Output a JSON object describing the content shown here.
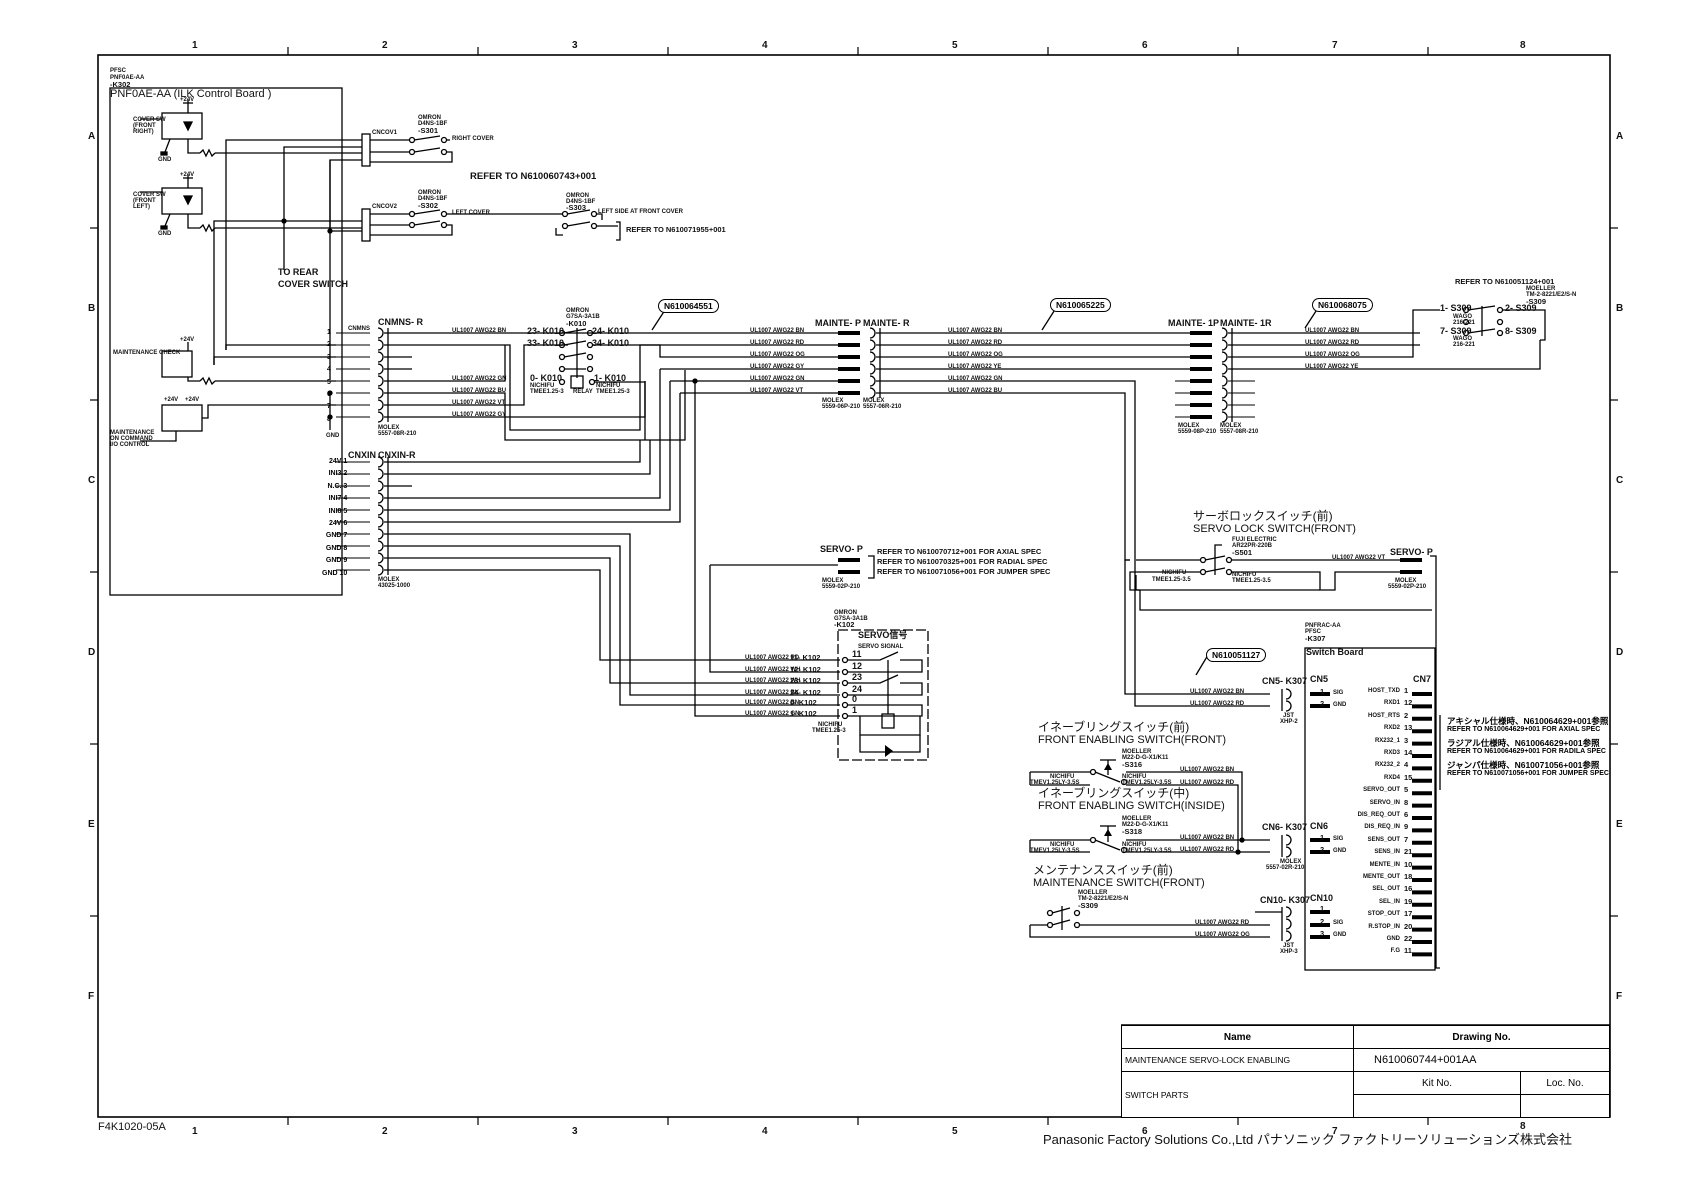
{
  "sheet": {
    "form_no": "F4K1020-05A",
    "columns": [
      "1",
      "2",
      "3",
      "4",
      "5",
      "6",
      "7",
      "8"
    ],
    "rows": [
      "A",
      "B",
      "C",
      "D",
      "E",
      "F"
    ],
    "company": "Panasonic Factory Solutions Co.,Ltd パナソニック ファクトリーソリューションズ株式会社"
  },
  "title_block": {
    "name_header": "Name",
    "drawing_no_header": "Drawing No.",
    "name_line1": "MAINTENANCE SERVO-LOCK ENABLING",
    "name_line2": "SWITCH PARTS",
    "drawing_no": "N610060744+001AA",
    "kit_no_header": "Kit No.",
    "loc_no_header": "Loc. No.",
    "kit_no": "",
    "loc_no": ""
  },
  "ilk_board": {
    "vendor": "PFSC",
    "part": "PNF0AE-AA",
    "ref": "-K302",
    "title": "PNF0AE-AA (ILK Control Board )",
    "cover_sw_right": "COVER SW (FRONT RIGHT)",
    "cover_sw_left": "COVER SW (FRONT LEFT)",
    "maintenance_check": "MAINTENANCE CHECK",
    "maintenance_on": "MAINTENANCE ON COMMAND I/O CONTROL",
    "v24": "+24V",
    "gnd": "GND",
    "cncov1": "CNCOV1",
    "cncov2": "CNCOV2",
    "to_rear": "TO REAR",
    "cover_switch": "COVER SWITCH",
    "cnmns_label": "CNMNS",
    "cnmns_pins": [
      "1",
      "2",
      "3",
      "4",
      "5",
      "6",
      "7",
      "8"
    ],
    "cnxin_label": "CNXIN",
    "cnxin_pins": [
      {
        "sig": "24V",
        "pin": "1"
      },
      {
        "sig": "INI3",
        "pin": "2"
      },
      {
        "sig": "N.C.",
        "pin": "3"
      },
      {
        "sig": "INI7",
        "pin": "4"
      },
      {
        "sig": "INI8",
        "pin": "5"
      },
      {
        "sig": "24V",
        "pin": "6"
      },
      {
        "sig": "GND",
        "pin": "7"
      },
      {
        "sig": "GND",
        "pin": "8"
      },
      {
        "sig": "GND",
        "pin": "9"
      },
      {
        "sig": "GND",
        "pin": "10"
      }
    ]
  },
  "cover_switches": [
    {
      "maker": "OMRON",
      "model": "D4NS-1BF",
      "ref": "-S301",
      "label": "RIGHT COVER"
    },
    {
      "maker": "OMRON",
      "model": "D4NS-1BF",
      "ref": "-S302",
      "label": "LEFT COVER"
    },
    {
      "maker": "OMRON",
      "model": "D4NS-1BF",
      "ref": "-S303",
      "label": "LEFT SIDE AT FRONT COVER"
    }
  ],
  "refs_top": {
    "ref1": "REFER TO N610060743+001",
    "ref2": "REFER TO N610071955+001"
  },
  "cnmns_r": {
    "label": "CNMNS- R",
    "molex": "MOLEX",
    "molex_part": "5557-08R-210",
    "wires": [
      {
        "pin": "1",
        "wire": "UL1007 AWG22 BN"
      },
      {
        "pin": "2",
        "wire": ""
      },
      {
        "pin": "3",
        "wire": ""
      },
      {
        "pin": "4",
        "wire": ""
      },
      {
        "pin": "5",
        "wire": "UL1007 AWG22 GN"
      },
      {
        "pin": "6",
        "wire": "UL1007 AWG22 BU"
      },
      {
        "pin": "7",
        "wire": "UL1007 AWG22 VT"
      },
      {
        "pin": "8",
        "wire": "UL1007 AWG22 GY"
      }
    ]
  },
  "relay_k010": {
    "maker": "OMRON",
    "model": "G7SA-3A1B",
    "ref": "-K010",
    "terms": [
      "23- K010",
      "24- K010",
      "33- K010",
      "34- K010",
      "0- K010",
      "1- K010"
    ],
    "relay_label": "RELAY",
    "nichifu": "NICHIFU",
    "tmee": "TMEE1.25-3"
  },
  "cnxin_r": {
    "label": "CNXIN-R",
    "pins": [
      "1",
      "2",
      "3",
      "4",
      "5",
      "6",
      "7",
      "8",
      "9",
      "10"
    ],
    "molex": "MOLEX",
    "molex_part": "43025-1000"
  },
  "harness_bubbles": [
    "N610064551",
    "N610065225",
    "N610068075",
    "N610051127"
  ],
  "mainte_p": {
    "label": "MAINTE- P",
    "molex": "MOLEX",
    "molex_part": "5559-06P-210",
    "wires": [
      "UL1007 AWG22 BN",
      "UL1007 AWG22 RD",
      "UL1007 AWG22 OG",
      "UL1007 AWG22 GY",
      "UL1007 AWG22 GN",
      "UL1007 AWG22 VT"
    ]
  },
  "mainte_r": {
    "label": "MAINTE- R",
    "molex": "MOLEX",
    "molex_part": "5557-06R-210",
    "wires": [
      "UL1007 AWG22 BN",
      "UL1007 AWG22 RD",
      "UL1007 AWG22 OG",
      "UL1007 AWG22 YE",
      "UL1007 AWG22 GN",
      "UL1007 AWG22 BU"
    ]
  },
  "mainte_1p": {
    "label": "MAINTE- 1P",
    "molex": "MOLEX",
    "molex_part": "5559-08P-210"
  },
  "mainte_1r": {
    "label": "MAINTE- 1R",
    "molex": "MOLEX",
    "molex_part": "5557-08R-210",
    "wires": [
      "UL1007 AWG22 BN",
      "UL1007 AWG22 RD",
      "UL1007 AWG22 OG",
      "UL1007 AWG22 YE"
    ]
  },
  "s309_top": {
    "ref_text": "REFER TO N610051124+001",
    "maker": "MOELLER",
    "model": "TM-2-8221/E2/S-N",
    "ref": "-S309",
    "terms": [
      "1- S309",
      "2- S309",
      "7- S309",
      "8- S309"
    ],
    "wago": "WAGO",
    "wago_part": "216-221"
  },
  "servo_p": {
    "label": "SERVO- P",
    "molex": "MOLEX",
    "molex_part": "5559-02P-210",
    "refs": [
      "REFER TO N610070712+001 FOR AXIAL SPEC",
      "REFER TO N610070325+001 FOR RADIAL SPEC",
      "REFER TO N610071056+001 FOR JUMPER SPEC"
    ]
  },
  "servo_signal_k102": {
    "maker": "OMRON",
    "model": "G7SA-3A1B",
    "ref": "-K102",
    "title_jp": "SERVO信号",
    "title_en": "SERVO SIGNAL",
    "rows": [
      {
        "wire": "UL1007 AWG22 RD",
        "term": "11- K102",
        "pin": "11"
      },
      {
        "wire": "UL1007 AWG22 WH",
        "term": "12- K102",
        "pin": "12"
      },
      {
        "wire": "UL1007 AWG22 WH",
        "term": "23- K102",
        "pin": "23"
      },
      {
        "wire": "UL1007 AWG22 BK",
        "term": "24- K102",
        "pin": "24"
      },
      {
        "wire": "UL1007 AWG22 BN",
        "term": "0- K102",
        "pin": "0"
      },
      {
        "wire": "UL1007 AWG22 GN",
        "term": "1- K102",
        "pin": "1"
      }
    ],
    "nichifu": "NICHIFU",
    "tmee": "TMEE1.25-3"
  },
  "servo_lock_switch": {
    "title_jp": "サーボロックスイッチ(前)",
    "title_en": "SERVO LOCK SWITCH(FRONT)",
    "maker": "FUJI ELECTRIC",
    "model": "AR22PR-220B",
    "ref": "-S501",
    "wire": "UL1007 AWG22 VT",
    "servo_p": "SERVO- P",
    "molex": "MOLEX",
    "molex_part": "5559-02P-210",
    "nichifu": "NICHIFU",
    "tmee": "TMEE1.25-3.5"
  },
  "enabling_front": {
    "title_jp": "イネーブリングスイッチ(前)",
    "title_en": "FRONT ENABLING SWITCH(FRONT)",
    "maker": "MOELLER",
    "model": "M22-D-G-X1/K11",
    "ref": "-S316",
    "wires": [
      "UL1007 AWG22 BN",
      "UL1007 AWG22 RD"
    ],
    "nichifu": "NICHIFU",
    "tmev": "TMEV1.25LY-3.5S"
  },
  "enabling_inside": {
    "title_jp": "イネーブリングスイッチ(中)",
    "title_en": "FRONT ENABLING SWITCH(INSIDE)",
    "maker": "MOELLER",
    "model": "M22-D-G-X1/K11",
    "ref": "-S318",
    "wires": [
      "UL1007 AWG22 BN",
      "UL1007 AWG22 RD"
    ],
    "nichifu": "NICHIFU",
    "tmev": "TMEV1.25LY-3.5S"
  },
  "maintenance_switch": {
    "title_jp": "メンテナンススイッチ(前)",
    "title_en": "MAINTENANCE SWITCH(FRONT)",
    "maker": "MOELLER",
    "model": "TM-2-8221/E2/S-N",
    "ref": "-S309",
    "wires": [
      "UL1007 AWG22 RD",
      "UL1007 AWG22 OG"
    ]
  },
  "switch_board": {
    "part": "PNFRAC-AA",
    "vendor": "PFSC",
    "ref": "-K307",
    "title": "Switch Board",
    "cn5_label": "CN5- K307",
    "cn5_jst": "JST",
    "cn5_xhp": "XHP-2",
    "cn5_wires": [
      "UL1007 AWG22 BN",
      "UL1007 AWG22 RD"
    ],
    "cn6_label": "CN6- K307",
    "cn6_molex": "MOLEX",
    "cn6_part": "5557-02R-210",
    "cn10_label": "CN10- K307",
    "cn10_jst": "JST",
    "cn10_xhp": "XHP-3",
    "cn5": [
      {
        "pin": "1",
        "sig": "SIG"
      },
      {
        "pin": "2",
        "sig": "GND"
      }
    ],
    "cn6": [
      {
        "pin": "1",
        "sig": "SIG"
      },
      {
        "pin": "2",
        "sig": "GND"
      }
    ],
    "cn10": [
      {
        "pin": "1",
        "sig": ""
      },
      {
        "pin": "2",
        "sig": "SIG"
      },
      {
        "pin": "3",
        "sig": "GND"
      }
    ],
    "cn7_label": "CN7",
    "cn7": [
      {
        "sig": "HOST_TXD",
        "pin": "1"
      },
      {
        "sig": "RXD1",
        "pin": "12"
      },
      {
        "sig": "HOST_RTS",
        "pin": "2"
      },
      {
        "sig": "RXD2",
        "pin": "13"
      },
      {
        "sig": "RX232_1",
        "pin": "3"
      },
      {
        "sig": "RXD3",
        "pin": "14"
      },
      {
        "sig": "RX232_2",
        "pin": "4"
      },
      {
        "sig": "RXD4",
        "pin": "15"
      },
      {
        "sig": "SERVO_OUT",
        "pin": "5"
      },
      {
        "sig": "SERVO_IN",
        "pin": "8"
      },
      {
        "sig": "DIS_REQ_OUT",
        "pin": "6"
      },
      {
        "sig": "DIS_REQ_IN",
        "pin": "9"
      },
      {
        "sig": "SENS_OUT",
        "pin": "7"
      },
      {
        "sig": "SENS_IN",
        "pin": "21"
      },
      {
        "sig": "MENTE_IN",
        "pin": "10"
      },
      {
        "sig": "MENTE_OUT",
        "pin": "18"
      },
      {
        "sig": "SEL_OUT",
        "pin": "16"
      },
      {
        "sig": "SEL_IN",
        "pin": "19"
      },
      {
        "sig": "STOP_OUT",
        "pin": "17"
      },
      {
        "sig": "R.STOP_IN",
        "pin": "20"
      },
      {
        "sig": "GND",
        "pin": "22"
      },
      {
        "sig": "F.G",
        "pin": "11"
      }
    ]
  },
  "spec_notes": [
    "アキシャル仕様時、N610064629+001参照",
    "REFER TO N610064629+001 FOR AXIAL SPEC",
    "ラジアル仕様時、N610064629+001参照",
    "REFER TO N610064629+001 FOR RADILA SPEC",
    "ジャンパ仕様時、N610071056+001参照",
    "REFER TO N610071056+001 FOR JUMPER SPEC"
  ]
}
